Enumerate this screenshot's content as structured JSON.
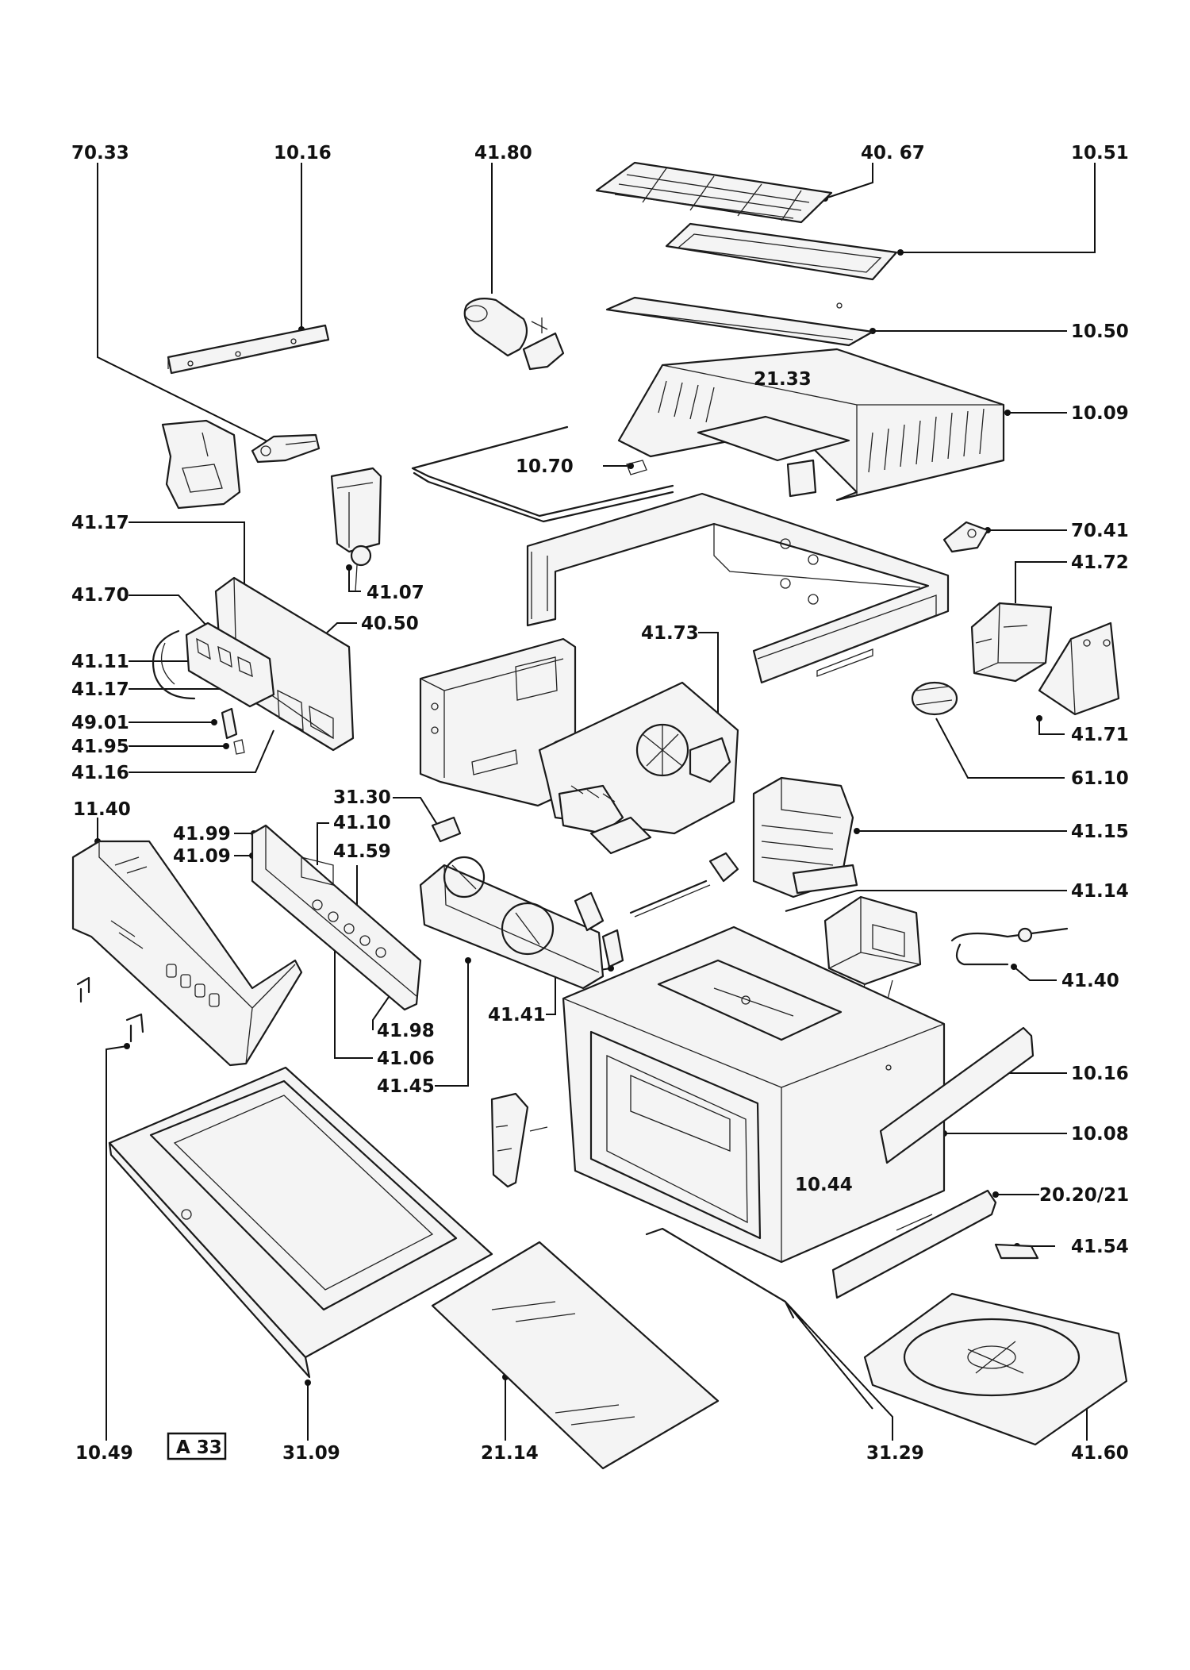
{
  "diagram": {
    "sheet_badge": "A 33",
    "labels": {
      "l_70_33": "70.33",
      "l_10_16_top": "10.16",
      "l_41_80": "41.80",
      "l_40_67": "40. 67",
      "l_10_51": "10.51",
      "l_10_50": "10.50",
      "l_21_33": "21.33",
      "l_10_09": "10.09",
      "l_10_70": "10.70",
      "l_70_41": "70.41",
      "l_41_72": "41.72",
      "l_41_17_a": "41.17",
      "l_41_07": "41.07",
      "l_41_70": "41.70",
      "l_40_50": "40.50",
      "l_41_11": "41.11",
      "l_41_17_b": "41.17",
      "l_49_01": "49.01",
      "l_41_95": "41.95",
      "l_41_16": "41.16",
      "l_41_73": "41.73",
      "l_41_71": "41.71",
      "l_61_10": "61.10",
      "l_11_40": "11.40",
      "l_31_30": "31.30",
      "l_41_10": "41.10",
      "l_41_99": "41.99",
      "l_41_09": "41.09",
      "l_41_59": "41.59",
      "l_41_15": "41.15",
      "l_41_14": "41.14",
      "l_41_40": "41.40",
      "l_41_41": "41.41",
      "l_41_98": "41.98",
      "l_41_06": "41.06",
      "l_41_45": "41.45",
      "l_10_16_mid": "10.16",
      "l_10_08": "10.08",
      "l_10_44": "10.44",
      "l_20_20_21": "20.20/21",
      "l_41_54": "41.54",
      "l_10_49": "10.49",
      "l_31_09": "31.09",
      "l_21_14": "21.14",
      "l_31_29": "31.29",
      "l_41_60": "41.60"
    }
  }
}
